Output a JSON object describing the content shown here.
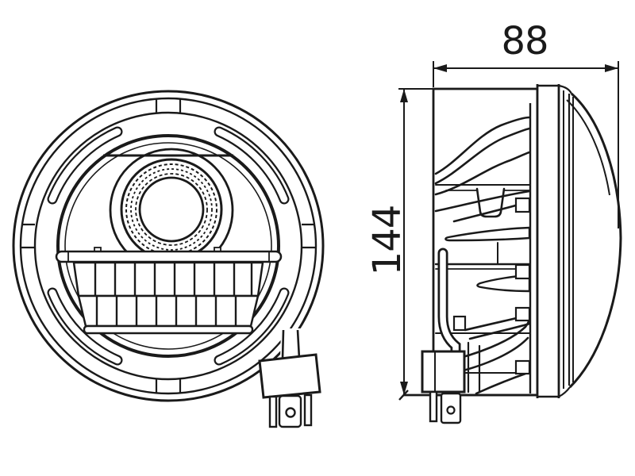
{
  "drawing": {
    "type": "technical-orthographic-drawing",
    "subject": "round LED headlight",
    "dimension_width_label": "88",
    "dimension_height_label": "144",
    "line_color": "#1a1a1a",
    "background_color": "#ffffff"
  }
}
